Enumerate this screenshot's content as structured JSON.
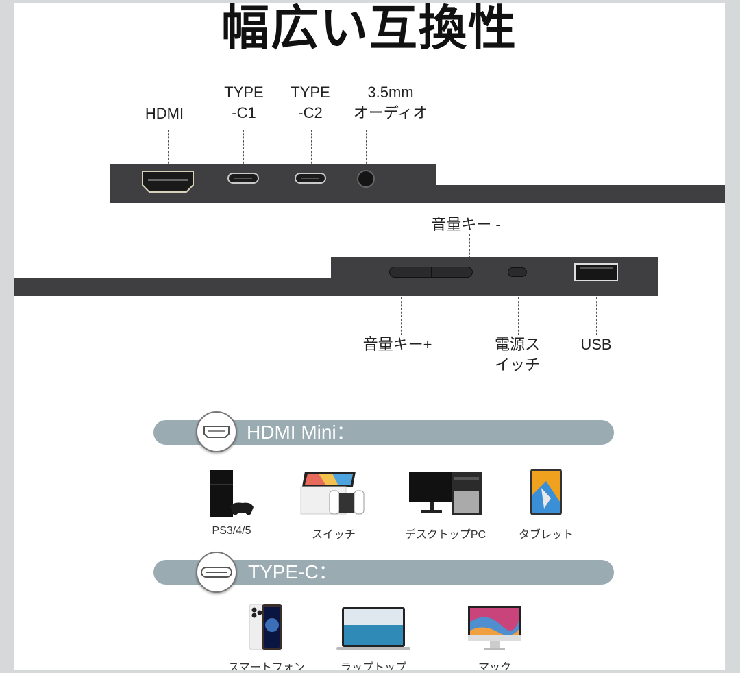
{
  "title": "幅広い互換性",
  "top_edge": {
    "ports": [
      {
        "id": "hdmi",
        "label": "HDMI"
      },
      {
        "id": "type-c1",
        "label": "TYPE\n-C1"
      },
      {
        "id": "type-c2",
        "label": "TYPE\n-C2"
      },
      {
        "id": "audio",
        "label": "3.5mm\nオーディオ"
      }
    ]
  },
  "bottom_edge": {
    "controls": [
      {
        "id": "volume-down",
        "label": "音量キー -"
      },
      {
        "id": "volume-up",
        "label": "音量キー+"
      },
      {
        "id": "power",
        "label": "電源ス\nイッチ"
      },
      {
        "id": "usb",
        "label": "USB"
      }
    ]
  },
  "sections": [
    {
      "id": "hdmi-mini",
      "heading": "HDMI Mini：",
      "icon": "hdmi-port-icon",
      "devices": [
        {
          "id": "ps",
          "label": "PS3/4/5",
          "icon": "game-console-icon"
        },
        {
          "id": "switch",
          "label": "スイッチ",
          "icon": "handheld-console-icon"
        },
        {
          "id": "desktop",
          "label": "デスクトップPC",
          "icon": "desktop-pc-icon"
        },
        {
          "id": "tablet",
          "label": "タブレット",
          "icon": "tablet-icon"
        }
      ]
    },
    {
      "id": "type-c",
      "heading": "TYPE-C：",
      "icon": "usb-c-port-icon",
      "devices": [
        {
          "id": "smartphone",
          "label": "スマートフォン",
          "icon": "smartphone-icon"
        },
        {
          "id": "laptop",
          "label": "ラップトップ",
          "icon": "laptop-icon"
        },
        {
          "id": "mac",
          "label": "マック",
          "icon": "imac-icon"
        }
      ]
    }
  ],
  "colors": {
    "frame": "#d5d9d9",
    "device_body": "#3f3f41",
    "banner": "#9aacb2"
  }
}
